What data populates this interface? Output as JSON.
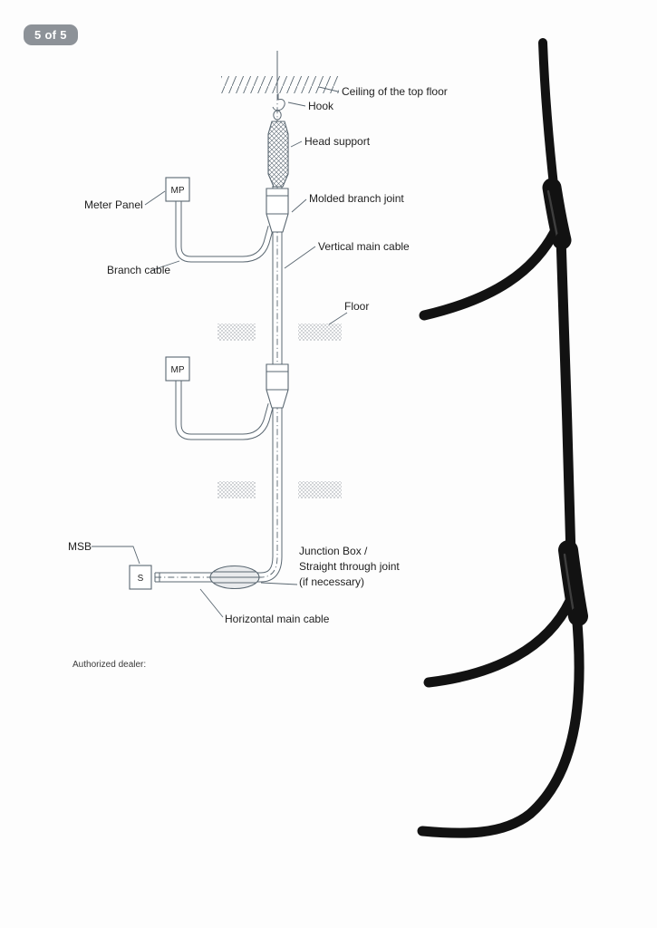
{
  "page": {
    "badge": "5 of 5",
    "authorized_dealer": "Authorized dealer:"
  },
  "colors": {
    "line": "#5a6771",
    "ink": "#1f1f1f",
    "badge_bg": "#8d9298",
    "badge_text": "#ffffff",
    "cable": "#121212",
    "floor_dot": "#8d959c",
    "junction_fill": "#e9ebed"
  },
  "diagram": {
    "labels": {
      "ceiling": "Ceiling of the top floor",
      "hook": "Hook",
      "head_support": "Head support",
      "molded_branch_joint": "Molded branch joint",
      "vertical_main_cable": "Vertical main cable",
      "floor": "Floor",
      "meter_panel": "Meter Panel",
      "branch_cable": "Branch cable",
      "msb": "MSB",
      "junction_box_line1": "Junction Box /",
      "junction_box_line2": "Straight through joint",
      "junction_box_line3": "(if necessary)",
      "horizontal_main_cable": "Horizontal main cable",
      "mp_box": "MP",
      "s_box": "S"
    }
  }
}
